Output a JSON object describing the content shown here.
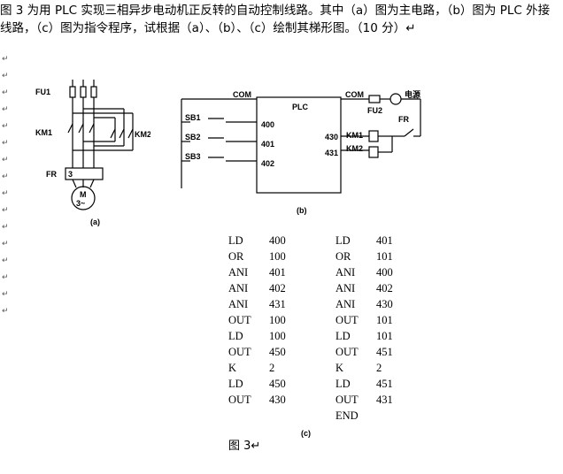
{
  "question": {
    "line1": "图 3 为用 PLC 实现三相异步电动机正反转的自动控制线路。其中（a）图为主电路，（b）图为 PLC 外接",
    "line2": "线路，（c）图为指令程序，试根据（a）、（b）、（c）绘制其梯形图。（10 分）↵"
  },
  "margin_marks": [
    "↵",
    "↵",
    "↵",
    "↵",
    "↵",
    "↵",
    "↵",
    "↵",
    "↵",
    "↵",
    "↵",
    "↵",
    "↵",
    "↵",
    "↵",
    "↵"
  ],
  "fig_a": {
    "fu1": "FU1",
    "km1": "KM1",
    "km2": "KM2",
    "fr": "FR",
    "fr_box": "3",
    "motor_m": "M",
    "motor_3": "3~",
    "caption": "(a)"
  },
  "fig_b": {
    "com_left": "COM",
    "plc": "PLC",
    "com_right": "COM",
    "sb1": "SB1",
    "sb2": "SB2",
    "sb3": "SB3",
    "in400": "400",
    "in401": "401",
    "in402": "402",
    "out430": "430",
    "out431": "431",
    "km1": "KM1",
    "km2": "KM2",
    "fu2": "FU2",
    "power": "电源",
    "fr": "FR",
    "caption": "(b)"
  },
  "program_left": [
    {
      "op": "LD",
      "arg": "400"
    },
    {
      "op": "OR",
      "arg": "100"
    },
    {
      "op": "ANI",
      "arg": "401"
    },
    {
      "op": "ANI",
      "arg": "402"
    },
    {
      "op": "ANI",
      "arg": "431"
    },
    {
      "op": "OUT",
      "arg": "100"
    },
    {
      "op": "LD",
      "arg": "100"
    },
    {
      "op": "OUT",
      "arg": "450"
    },
    {
      "op": "K",
      "arg": "2"
    },
    {
      "op": "LD",
      "arg": "450"
    },
    {
      "op": "OUT",
      "arg": "430"
    }
  ],
  "program_right": [
    {
      "op": "LD",
      "arg": "401"
    },
    {
      "op": "OR",
      "arg": "101"
    },
    {
      "op": "ANI",
      "arg": "400"
    },
    {
      "op": "ANI",
      "arg": "402"
    },
    {
      "op": "ANI",
      "arg": "430"
    },
    {
      "op": "OUT",
      "arg": "101"
    },
    {
      "op": "LD",
      "arg": "101"
    },
    {
      "op": "OUT",
      "arg": "451"
    },
    {
      "op": "K",
      "arg": "2"
    },
    {
      "op": "LD",
      "arg": "451"
    },
    {
      "op": "OUT",
      "arg": "431"
    },
    {
      "op": "END",
      "arg": ""
    }
  ],
  "program_caption": "(c)",
  "figure_caption": "图 3↵"
}
